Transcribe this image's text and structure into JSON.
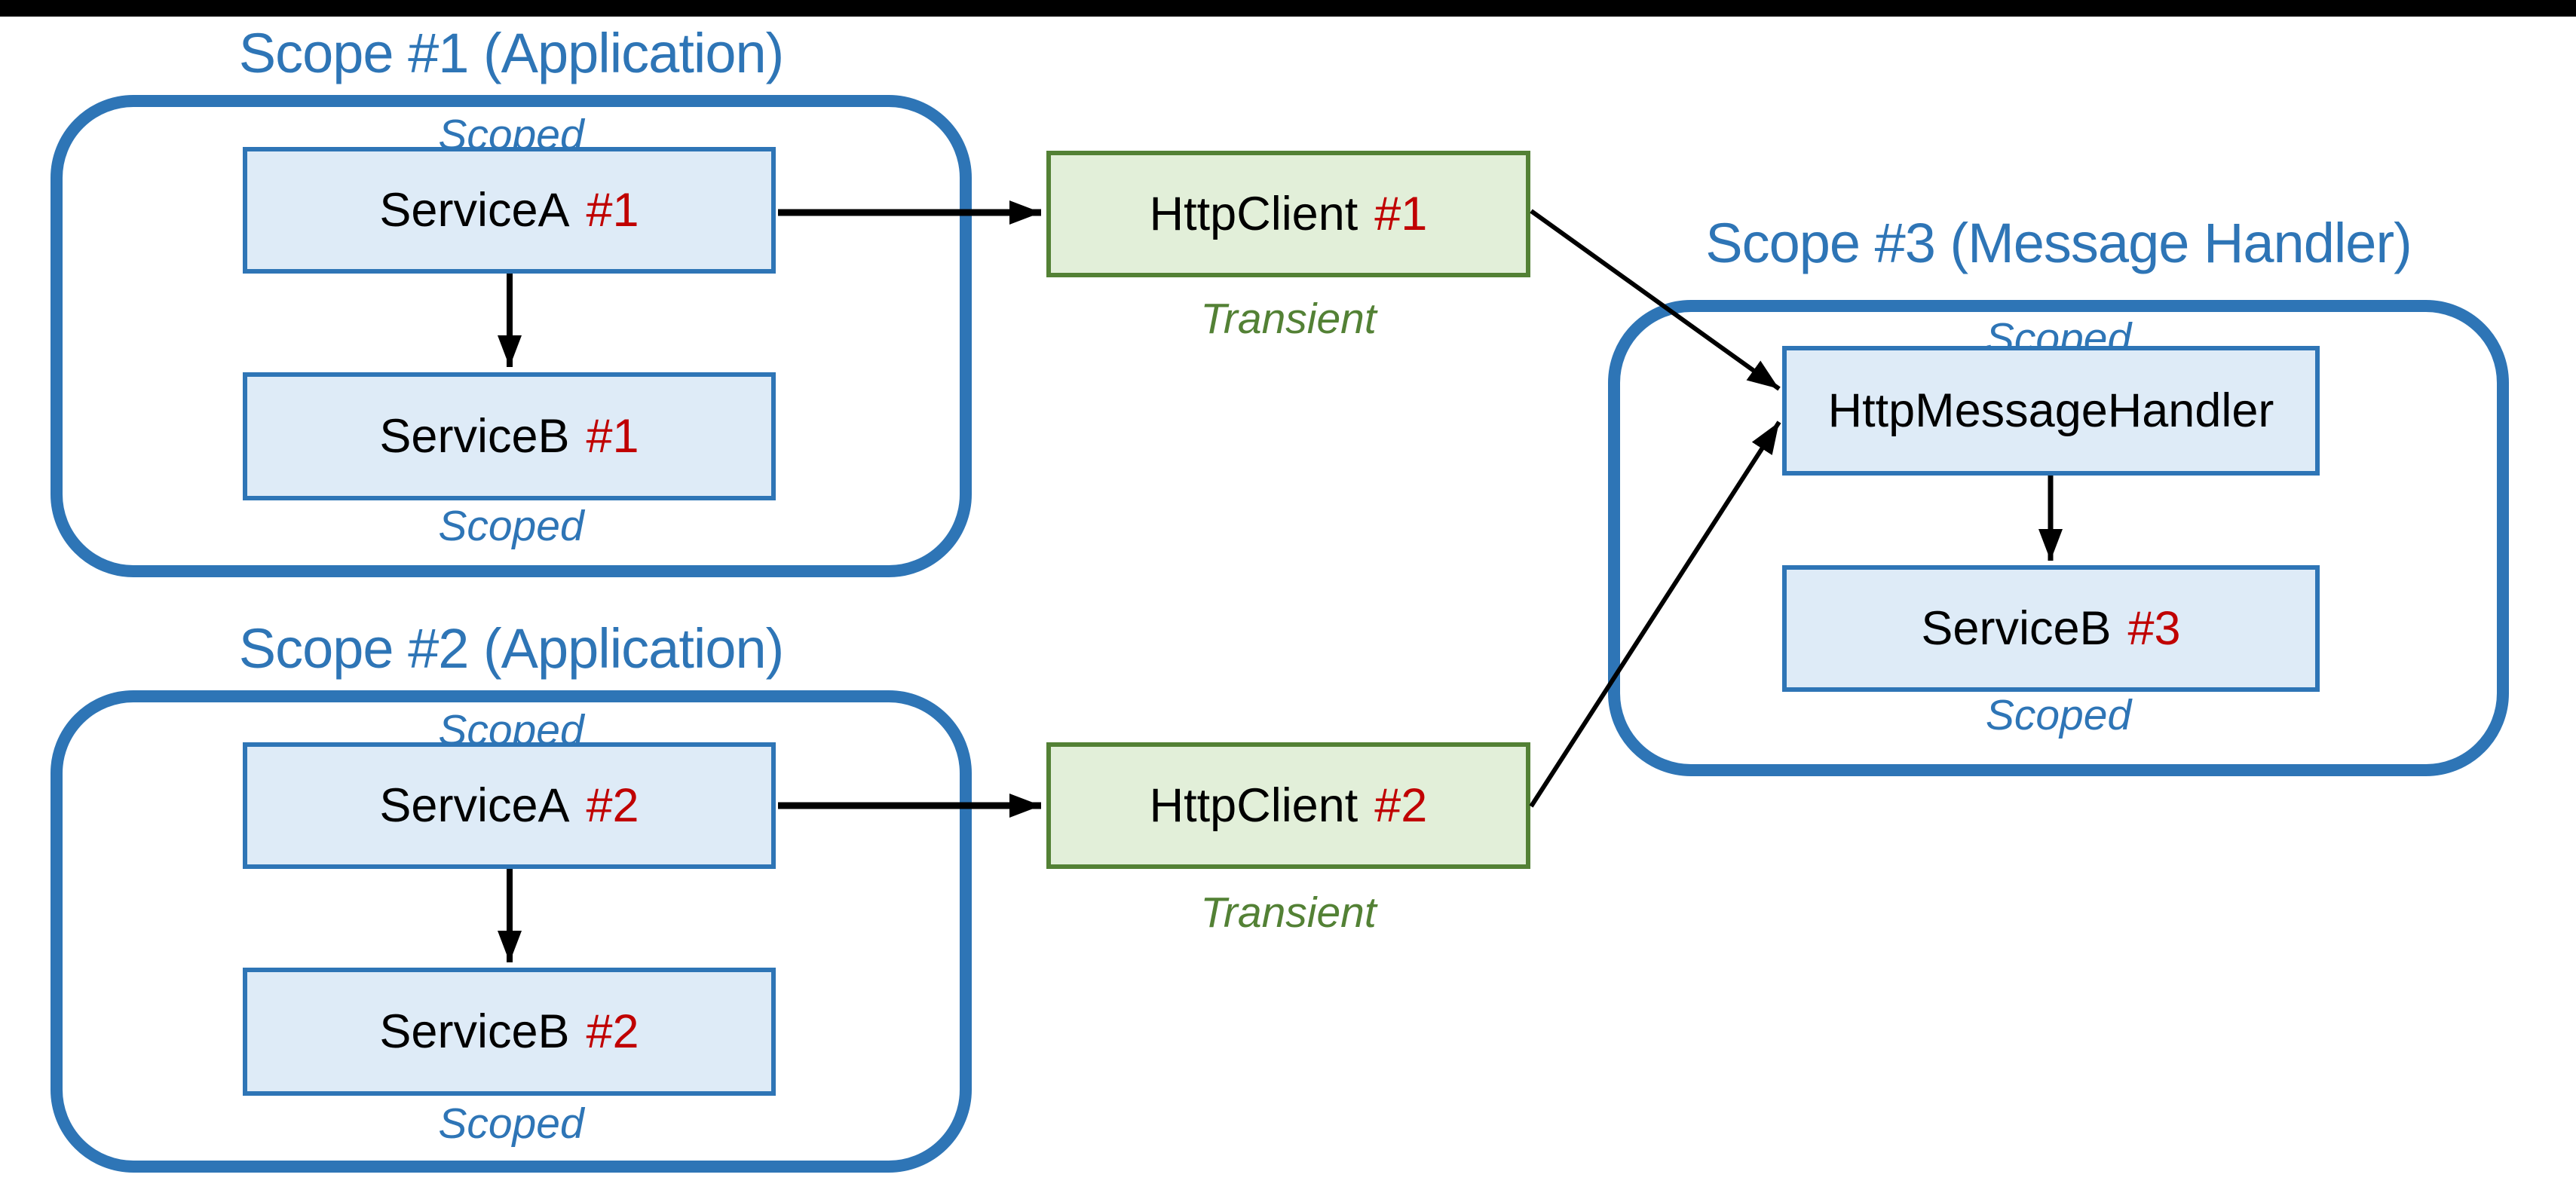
{
  "colors": {
    "blue": "#2E75B6",
    "blue-fill": "#DEEBF7",
    "green": "#538135",
    "green-fill": "#E2EFD9",
    "red": "#C00000",
    "black": "#000000",
    "background": "#FFFFFF"
  },
  "scopes": [
    {
      "title": "Scope #1 (Application)",
      "scoped_top": "Scoped",
      "scoped_bottom": "Scoped",
      "boxes": [
        {
          "name": "ServiceA",
          "instance": "#1"
        },
        {
          "name": "ServiceB",
          "instance": "#1"
        }
      ]
    },
    {
      "title": "Scope #2 (Application)",
      "scoped_top": "Scoped",
      "scoped_bottom": "Scoped",
      "boxes": [
        {
          "name": "ServiceA",
          "instance": "#2"
        },
        {
          "name": "ServiceB",
          "instance": "#2"
        }
      ]
    },
    {
      "title": "Scope #3 (Message Handler)",
      "scoped_top": "Scoped",
      "scoped_bottom": "Scoped",
      "boxes": [
        {
          "name": "HttpMessageHandler",
          "instance": ""
        },
        {
          "name": "ServiceB",
          "instance": "#3"
        }
      ]
    }
  ],
  "clients": [
    {
      "name": "HttpClient",
      "instance": "#1",
      "lifetime": "Transient"
    },
    {
      "name": "HttpClient",
      "instance": "#2",
      "lifetime": "Transient"
    }
  ],
  "edges": [
    {
      "from": "ServiceA #1",
      "to": "ServiceB #1"
    },
    {
      "from": "ServiceA #1",
      "to": "HttpClient #1"
    },
    {
      "from": "ServiceA #2",
      "to": "ServiceB #2"
    },
    {
      "from": "ServiceA #2",
      "to": "HttpClient #2"
    },
    {
      "from": "HttpClient #1",
      "to": "HttpMessageHandler"
    },
    {
      "from": "HttpClient #2",
      "to": "HttpMessageHandler"
    },
    {
      "from": "HttpMessageHandler",
      "to": "ServiceB #3"
    }
  ]
}
